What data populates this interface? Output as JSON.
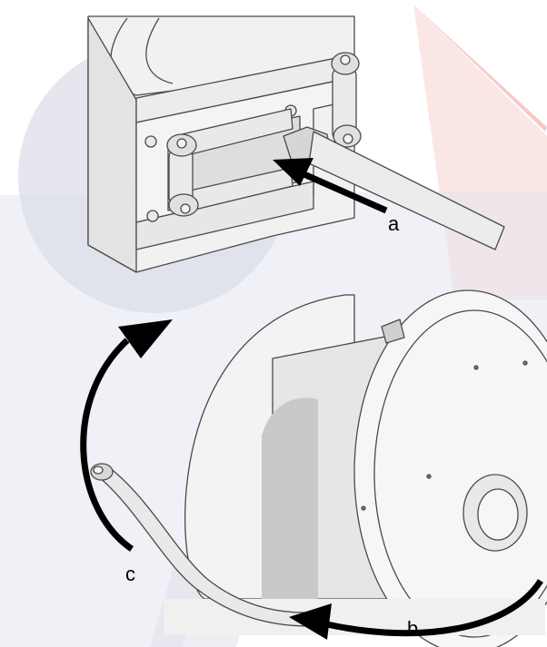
{
  "callouts": {
    "a": "a",
    "b": "b",
    "c": "c"
  },
  "colors": {
    "watermark_gray": "#dcdde8",
    "watermark_red": "#fbe3e3",
    "line": "#4a4a4a",
    "metal_light": "#f1f1f1",
    "metal_mid": "#d9d9d9",
    "arrow": "#000000"
  }
}
